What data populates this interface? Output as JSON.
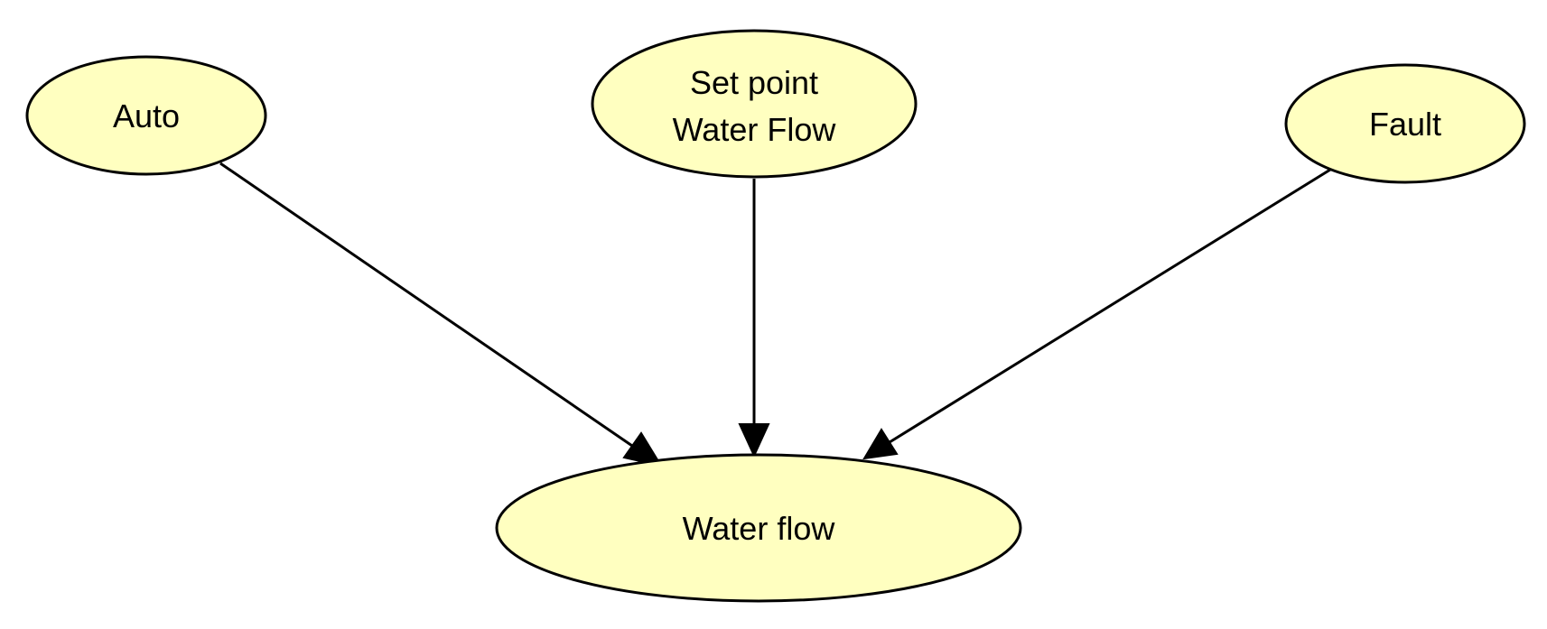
{
  "diagram": {
    "colors": {
      "node_fill": "#ffffc0",
      "stroke": "#000000",
      "text": "#000000"
    },
    "nodes": {
      "auto": {
        "lines": [
          "Auto"
        ]
      },
      "setpoint": {
        "lines": [
          "Set point",
          "Water Flow"
        ]
      },
      "fault": {
        "lines": [
          "Fault"
        ]
      },
      "waterflow": {
        "lines": [
          "Water flow"
        ]
      }
    },
    "edges": [
      {
        "from": "auto",
        "to": "waterflow"
      },
      {
        "from": "setpoint",
        "to": "waterflow"
      },
      {
        "from": "fault",
        "to": "waterflow"
      }
    ]
  }
}
